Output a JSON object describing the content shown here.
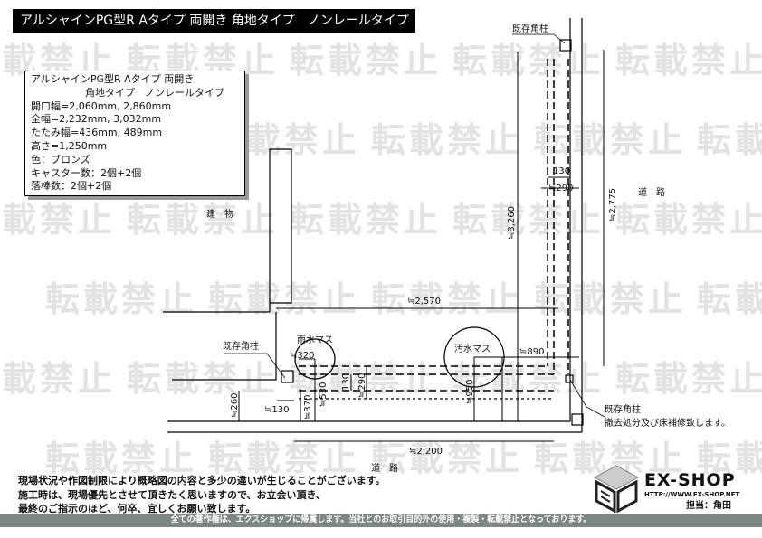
{
  "title": "アルシャインPG型R Aタイプ 両開き 角地タイプ　ノンレールタイプ",
  "watermark": "転載禁止",
  "info": {
    "lines": [
      "アルシャインPG型R Aタイプ 両開き",
      "角地タイプ　ノンレールタイプ",
      "開口幅=2,060mm, 2,860mm",
      "全幅=2,232mm, 3,032mm",
      "たたみ幅=436mm, 489mm",
      "高さ=1,250mm",
      "色：ブロンズ",
      "キャスター数：2個+2個",
      "落棒数：2個+2個"
    ]
  },
  "labels": {
    "building": "建　物",
    "road_right": "道　路",
    "road_bottom": "道　路",
    "post_top": "既存角柱",
    "post_left": "既存角柱",
    "post_right": "既存角柱",
    "post_right_note": "撤去処分及び床補修致します。",
    "rain_basin": "雨水マス",
    "sewage_basin": "汚水マス"
  },
  "dimensions": {
    "d2570": "≒2,570",
    "d2200": "≒2,200",
    "d3260": "≒3,260",
    "d2775": "≒2,775",
    "d130_top": "130",
    "d290_top": "≒290",
    "d320": "≒320",
    "d530": "≒530",
    "d130_mid": "130",
    "d290_mid": "≒290",
    "d260": "≒260",
    "d130_left": "≒130",
    "d370": "≒370",
    "d950": "≒950",
    "d890": "≒890"
  },
  "notes": [
    "現場状況や作図制限により概略図の内容と多少の違いが生じることがございます。",
    "施工時は、現場優先とさせて頂きたく思いますので、お立会い頂き、",
    "最終のご指示のほど、何卒、宜しくお願い致します。"
  ],
  "brand": {
    "name": "EX-SHOP",
    "url": "HTTP://WWW.EX-SHOP.NET",
    "staff": "担当：角田"
  },
  "footer": "全ての著作権は、エクスショップに帰属します。当社とのお取引目的外の使用・複製・転載禁止となっております。"
}
